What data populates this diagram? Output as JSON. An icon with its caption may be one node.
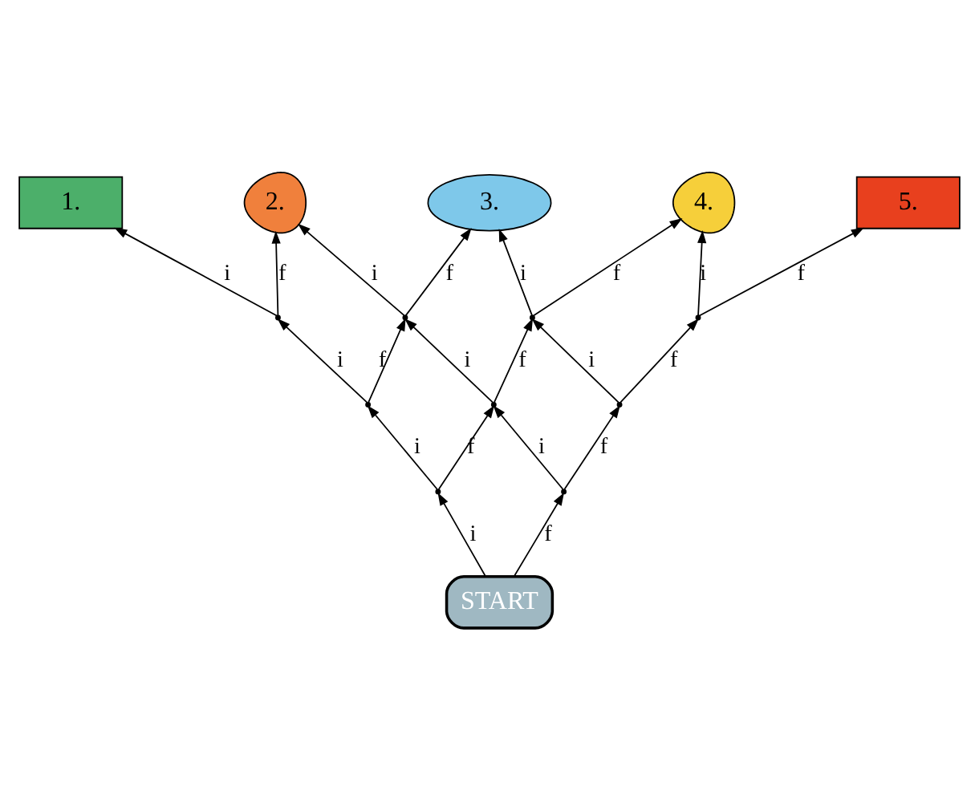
{
  "diagram": {
    "nodes": [
      {
        "text": [
          "1."
        ]
      },
      {
        "text": [
          "2."
        ]
      },
      {
        "text": [
          "3."
        ]
      },
      {
        "text": [
          "4."
        ]
      },
      {
        "text": [
          "5."
        ]
      },
      {
        "text": [],
        "shape": "point"
      },
      {
        "text": [],
        "shape": "point"
      },
      {
        "text": [],
        "shape": "point"
      },
      {
        "text": [],
        "shape": "point"
      },
      {
        "text": [],
        "shape": "point"
      },
      {
        "text": [],
        "shape": "point"
      },
      {
        "text": [],
        "shape": "point"
      },
      {
        "text": [],
        "shape": "point"
      },
      {
        "text": [],
        "shape": "point"
      },
      {
        "text": [
          "START"
        ]
      }
    ],
    "edges": [
      {
        "from": 14,
        "to": 12,
        "arrow": "to",
        "label": "i"
      },
      {
        "from": 14,
        "to": 13,
        "arrow": "to",
        "label": "f"
      },
      {
        "from": 12,
        "to": 9,
        "arrow": "to",
        "label": "i"
      },
      {
        "from": 12,
        "to": 10,
        "arrow": "to",
        "label": "f"
      },
      {
        "from": 13,
        "to": 10,
        "arrow": "to",
        "label": "i"
      },
      {
        "from": 13,
        "to": 11,
        "arrow": "to",
        "label": "f"
      },
      {
        "from": 9,
        "to": 5,
        "arrow": "to",
        "label": "i"
      },
      {
        "from": 9,
        "to": 6,
        "arrow": "to",
        "label": "f"
      },
      {
        "from": 10,
        "to": 6,
        "arrow": "to",
        "label": "i"
      },
      {
        "from": 10,
        "to": 7,
        "arrow": "to",
        "label": "f"
      },
      {
        "from": 11,
        "to": 7,
        "arrow": "to",
        "label": "i"
      },
      {
        "from": 11,
        "to": 8,
        "arrow": "to",
        "label": "f"
      },
      {
        "from": 5,
        "to": 0,
        "arrow": "to",
        "label": "i"
      },
      {
        "from": 5,
        "to": 1,
        "arrow": "to",
        "label": "f"
      },
      {
        "from": 6,
        "to": 1,
        "arrow": "to",
        "label": "i"
      },
      {
        "from": 6,
        "to": 2,
        "arrow": "to",
        "label": "f"
      },
      {
        "from": 7,
        "to": 2,
        "arrow": "to",
        "label": "i"
      },
      {
        "from": 7,
        "to": 3,
        "arrow": "to",
        "label": "f"
      },
      {
        "from": 8,
        "to": 3,
        "arrow": "to",
        "label": "i"
      },
      {
        "from": 8,
        "to": 4,
        "arrow": "to",
        "label": "f"
      }
    ]
  }
}
